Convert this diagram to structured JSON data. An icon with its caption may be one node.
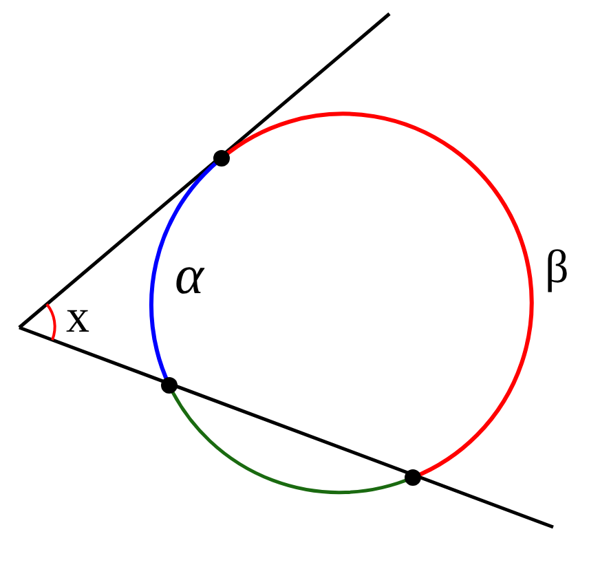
{
  "diagram": {
    "labels": [
      "x",
      "α",
      "β"
    ]
  }
}
